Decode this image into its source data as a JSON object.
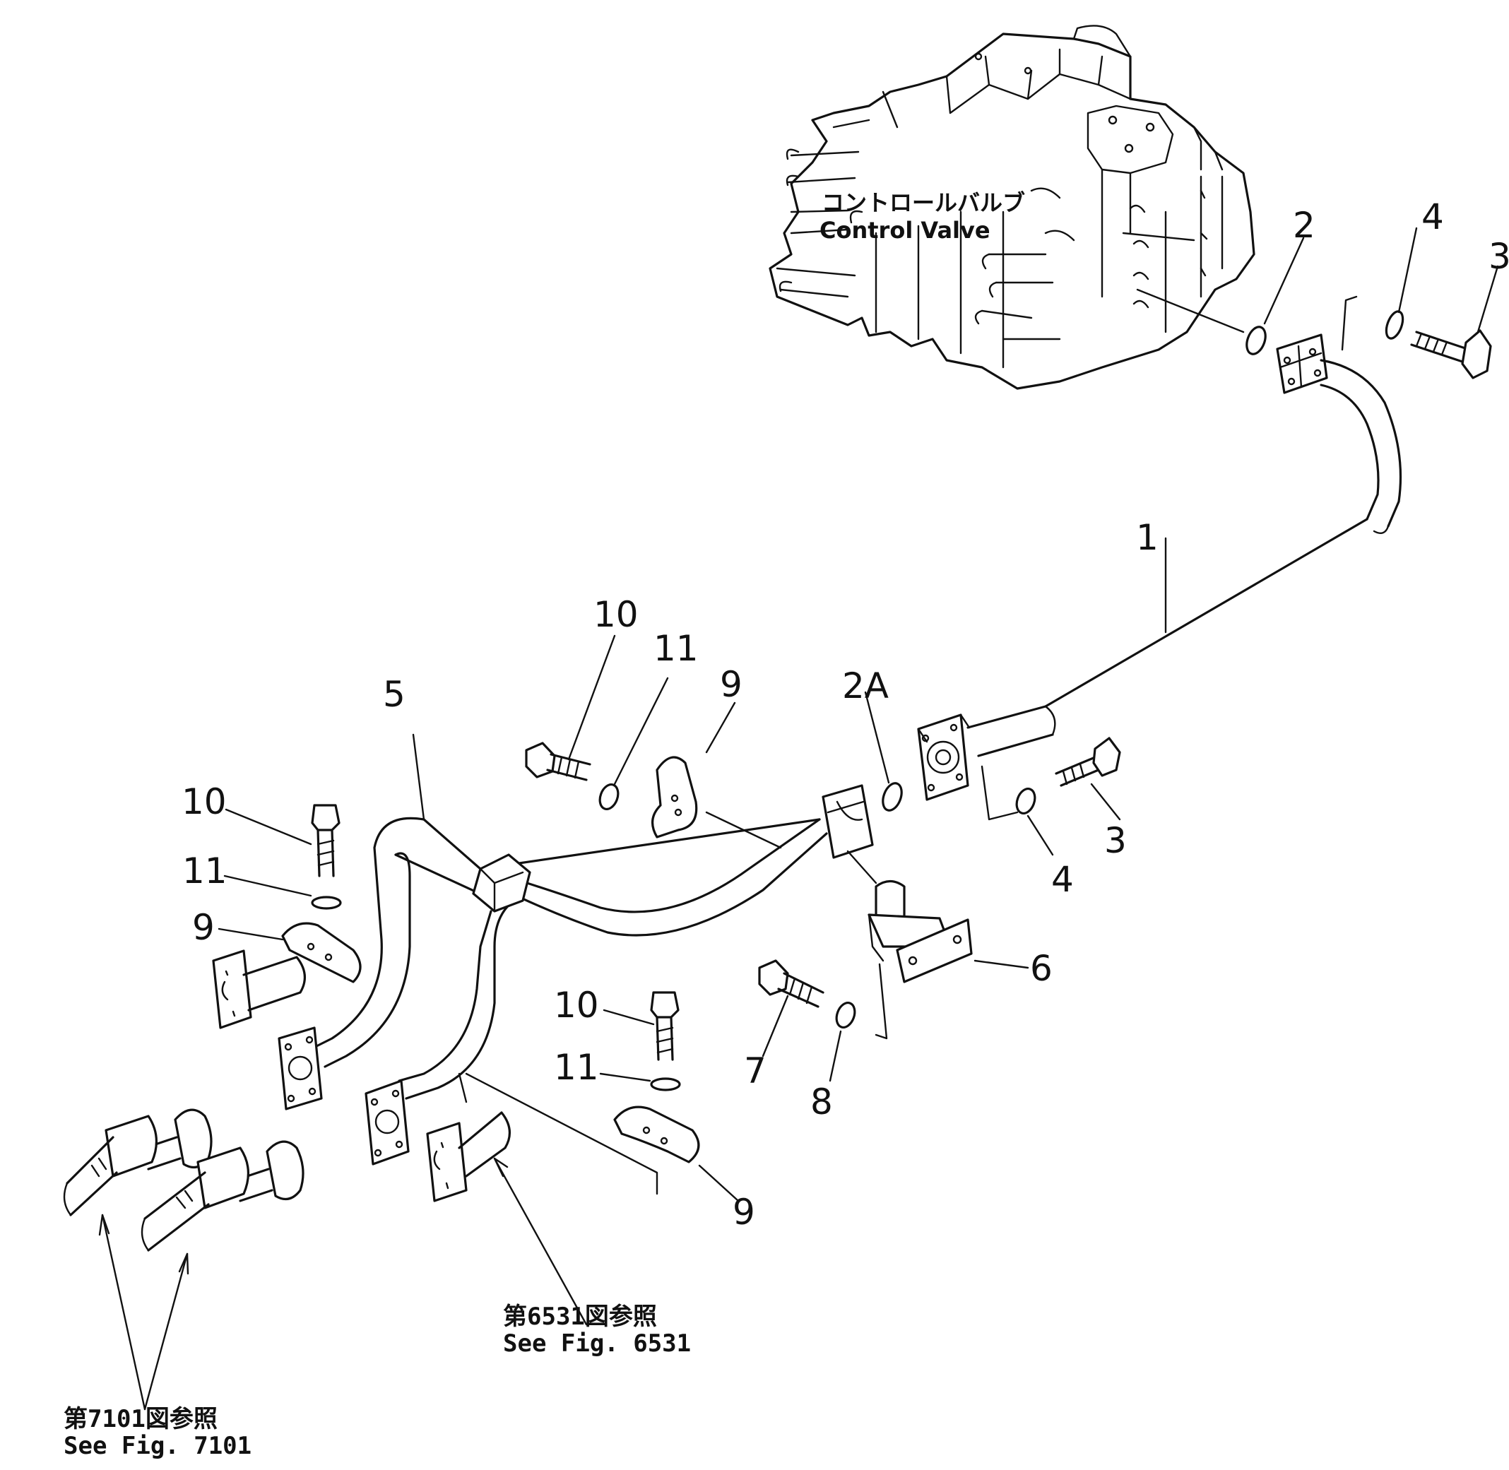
{
  "callouts": {
    "c1": "1",
    "c2": "2",
    "c2a": "2A",
    "c3_top": "3",
    "c3_mid": "3",
    "c4_top": "4",
    "c4_mid": "4",
    "c5": "5",
    "c6": "6",
    "c7": "7",
    "c8": "8",
    "c9_top": "9",
    "c9_left": "9",
    "c9_bottom": "9",
    "c10_top": "10",
    "c10_left": "10",
    "c10_mid": "10",
    "c11_top": "11",
    "c11_left": "11",
    "c11_mid": "11"
  },
  "labels": {
    "control_valve_jp": "コントロールバルブ",
    "control_valve_en": "Control  Valve",
    "ref_6531_jp": "第6531図参照",
    "ref_6531_en": "See  Fig. 6531",
    "ref_7101_jp": "第7101図参照",
    "ref_7101_en": "See  Fig. 7101"
  },
  "colors": {
    "line": "#111111",
    "background": "#ffffff"
  }
}
